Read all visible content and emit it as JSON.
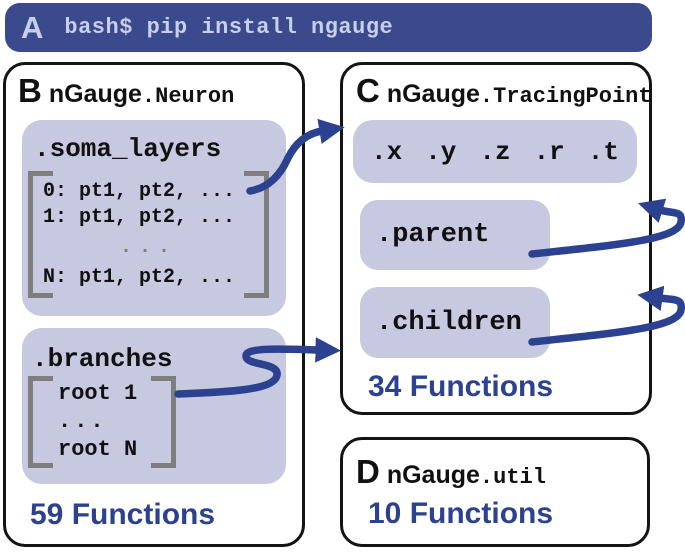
{
  "colors": {
    "banner_bg": "#3a4a8d",
    "banner_text": "#c7d0ea",
    "arrow": "#2c418f",
    "lavender": "#c6c9df",
    "bracket_gray": "#7e7e7e",
    "functions_text": "#2c418f",
    "border": "#141414",
    "ink": "#111111"
  },
  "banner": {
    "label": "A",
    "command": "bash$ pip install ngauge"
  },
  "panels": {
    "neuron": {
      "label": "B",
      "lib": "nGauge",
      "cls": ".Neuron",
      "functions": "59 Functions",
      "soma": {
        "label": ".soma_layers",
        "rows": [
          "0: pt1, pt2, ...",
          "1: pt1, pt2, ...",
          "N: pt1, pt2, ..."
        ],
        "ellipsis": "..."
      },
      "branches": {
        "label": ".branches",
        "rows": [
          "root 1",
          "...",
          "root N"
        ]
      }
    },
    "tracing_point": {
      "label": "C",
      "lib": "nGauge",
      "cls": ".TracingPoint",
      "functions": "34 Functions",
      "fields": [
        ".x",
        ".y",
        ".z",
        ".r",
        ".t"
      ],
      "parent": ".parent",
      "children": ".children"
    },
    "util": {
      "label": "D",
      "lib": "nGauge",
      "cls": ".util",
      "functions": "10 Functions"
    }
  }
}
